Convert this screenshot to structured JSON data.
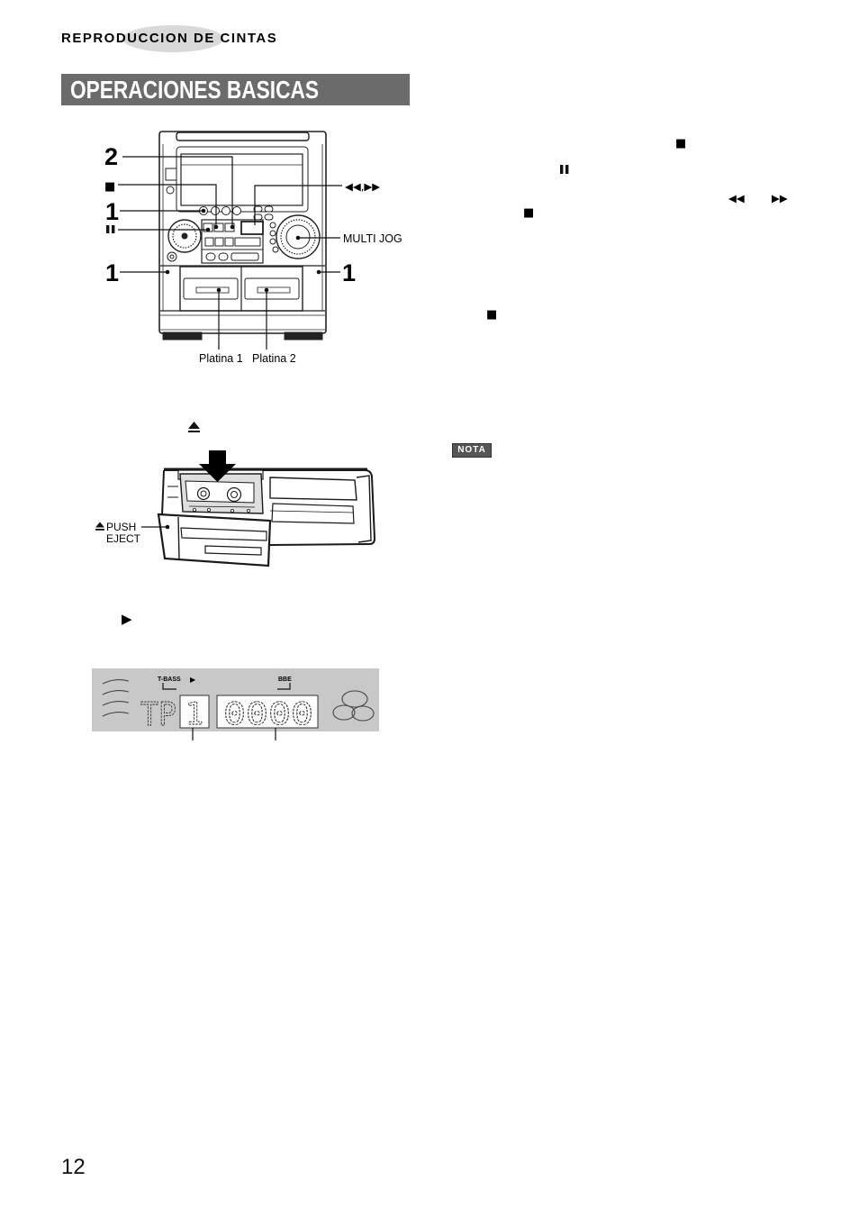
{
  "header": {
    "section": "REPRODUCCION DE CINTAS"
  },
  "title": "OPERACIONES BASICAS",
  "unit_figure": {
    "callout_2": "2",
    "callout_stop": "■",
    "callout_1_play": "1",
    "callout_pause_icon": "pause-icon",
    "callout_1_left_deck": "1",
    "callout_1_right_deck": "1",
    "callout_skip": "◀◀,▶▶",
    "callout_multi_jog": "MULTI JOG",
    "deck_1_label": "Platina 1",
    "deck_2_label": "Platina 2"
  },
  "eject_step": {
    "icon": "eject-icon"
  },
  "cassette_figure": {
    "arrow_icon": "arrow-down-icon",
    "button_icon": "eject-icon",
    "push_label": "PUSH",
    "eject_label": "EJECT"
  },
  "play_step": {
    "symbol": "▶"
  },
  "display_figure": {
    "t_bass": "T-BASS",
    "play_indicator": "▶",
    "bbe": "BBE",
    "source": "TP",
    "deck": "1",
    "counter": "0000"
  },
  "right_column": {
    "stop_1": "■",
    "pause_icon": "pause-icon",
    "rewind": "◀◀",
    "fast_forward": "▶▶",
    "stop_2": "■",
    "stop_3": "■"
  },
  "note": {
    "badge": "NOTA"
  },
  "page_number": "12",
  "colors": {
    "title_bar": "#6b6b6b",
    "section_oval": "#d9d9d9",
    "display_panel": "#c8c8c8",
    "note_badge": "#555555"
  }
}
